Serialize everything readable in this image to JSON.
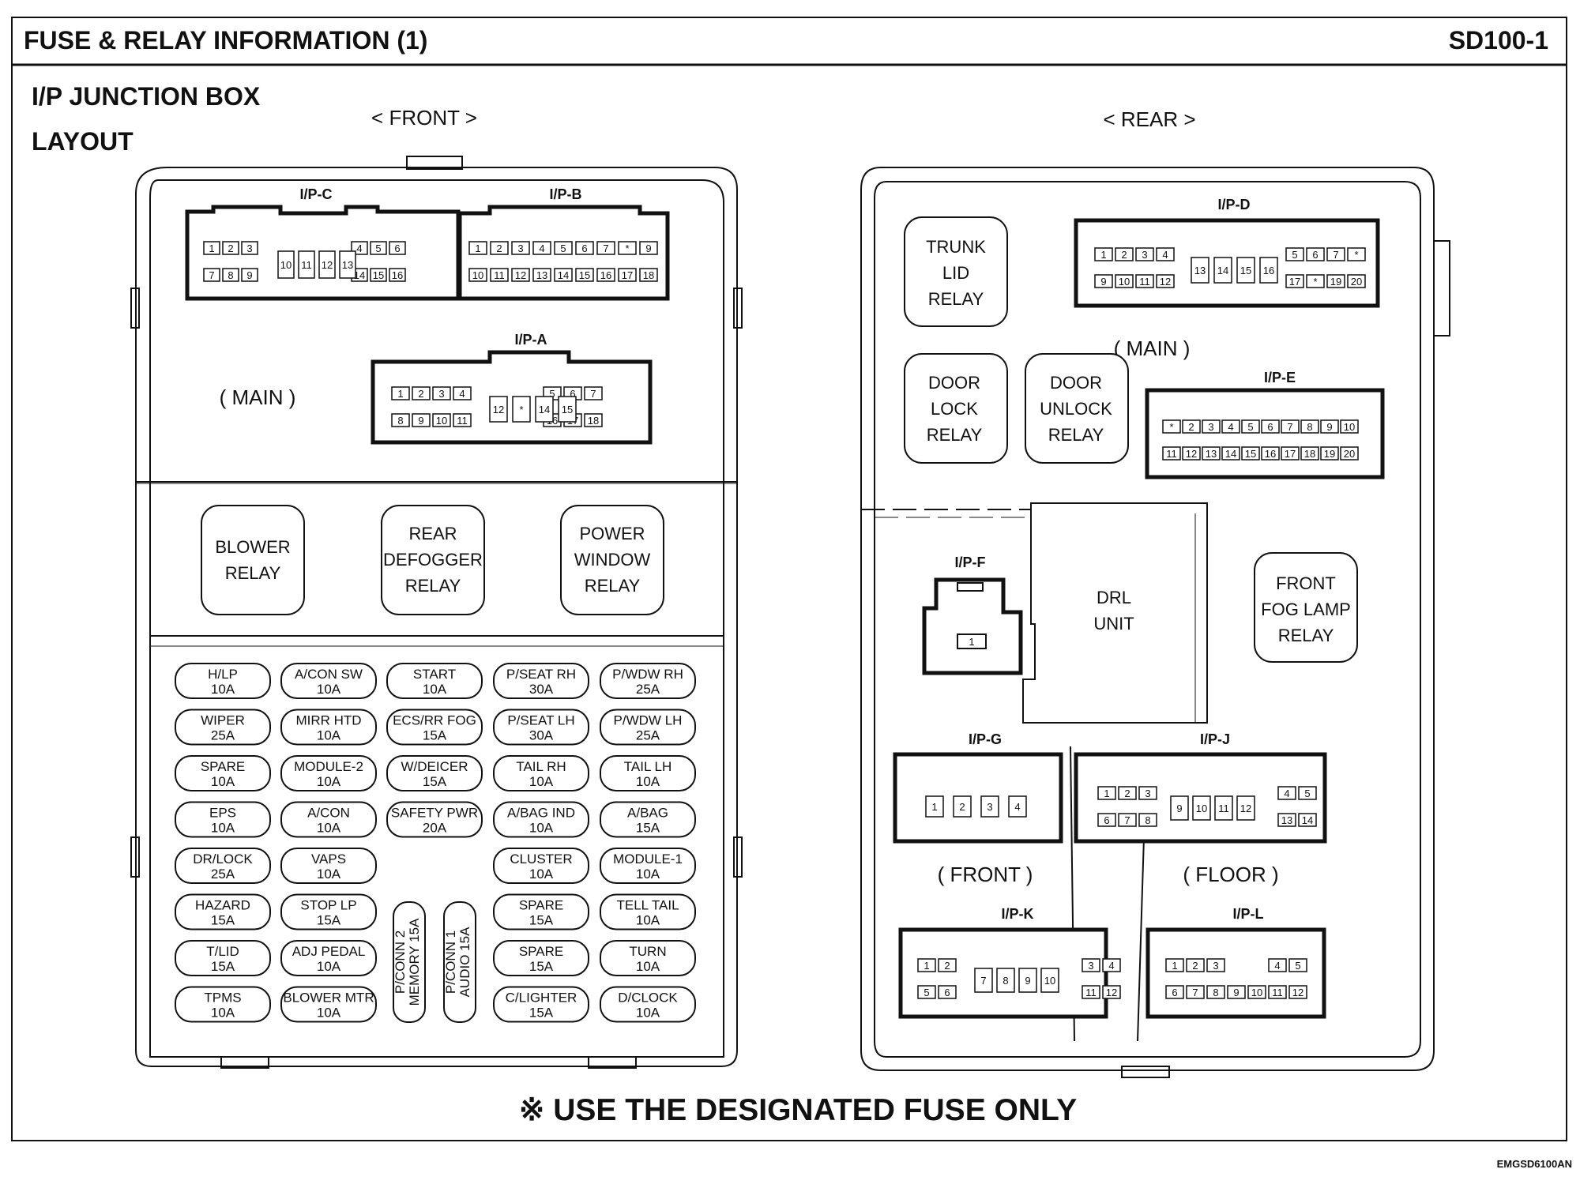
{
  "header": {
    "title": "FUSE & RELAY INFORMATION (1)",
    "page_code": "SD100-1"
  },
  "section": {
    "title_line1": "I/P JUNCTION BOX",
    "title_line2": "LAYOUT"
  },
  "views": {
    "front": "< FRONT >",
    "rear": "< REAR >"
  },
  "front_box": {
    "main_label": "( MAIN )",
    "connectors": {
      "ipc": {
        "label": "I/P-C",
        "row1": [
          "1",
          "2",
          "3",
          "4",
          "5",
          "6"
        ],
        "row2": [
          "7",
          "8",
          "9",
          "14",
          "15",
          "16"
        ],
        "tall": [
          "10",
          "11",
          "12",
          "13"
        ]
      },
      "ipb": {
        "label": "I/P-B",
        "row1": [
          "1",
          "2",
          "3",
          "4",
          "5",
          "6",
          "7",
          "*",
          "9"
        ],
        "row2": [
          "10",
          "11",
          "12",
          "13",
          "14",
          "15",
          "16",
          "17",
          "18"
        ]
      },
      "ipa": {
        "label": "I/P-A",
        "row1": [
          "1",
          "2",
          "3",
          "4",
          "5",
          "6",
          "7"
        ],
        "row2": [
          "8",
          "9",
          "10",
          "11",
          "16",
          "17",
          "18"
        ],
        "tall": [
          "12",
          "*",
          "14",
          "15"
        ]
      }
    },
    "relays": [
      {
        "line1": "BLOWER",
        "line2": "RELAY",
        "line3": ""
      },
      {
        "line1": "REAR",
        "line2": "DEFOGGER",
        "line3": "RELAY"
      },
      {
        "line1": "POWER",
        "line2": "WINDOW",
        "line3": "RELAY"
      }
    ],
    "fuses": [
      [
        {
          "n": "H/LP",
          "a": "10A"
        },
        {
          "n": "A/CON SW",
          "a": "10A"
        },
        {
          "n": "START",
          "a": "10A"
        },
        {
          "n": "P/SEAT RH",
          "a": "30A"
        },
        {
          "n": "P/WDW RH",
          "a": "25A"
        }
      ],
      [
        {
          "n": "WIPER",
          "a": "25A"
        },
        {
          "n": "MIRR HTD",
          "a": "10A"
        },
        {
          "n": "ECS/RR FOG",
          "a": "15A"
        },
        {
          "n": "P/SEAT LH",
          "a": "30A"
        },
        {
          "n": "P/WDW LH",
          "a": "25A"
        }
      ],
      [
        {
          "n": "SPARE",
          "a": "10A"
        },
        {
          "n": "MODULE-2",
          "a": "10A"
        },
        {
          "n": "W/DEICER",
          "a": "15A"
        },
        {
          "n": "TAIL RH",
          "a": "10A"
        },
        {
          "n": "TAIL LH",
          "a": "10A"
        }
      ],
      [
        {
          "n": "EPS",
          "a": "10A"
        },
        {
          "n": "A/CON",
          "a": "10A"
        },
        {
          "n": "SAFETY PWR",
          "a": "20A"
        },
        {
          "n": "A/BAG IND",
          "a": "10A"
        },
        {
          "n": "A/BAG",
          "a": "15A"
        }
      ],
      [
        {
          "n": "DR/LOCK",
          "a": "25A"
        },
        {
          "n": "VAPS",
          "a": "10A"
        },
        null,
        {
          "n": "CLUSTER",
          "a": "10A"
        },
        {
          "n": "MODULE-1",
          "a": "10A"
        }
      ],
      [
        {
          "n": "HAZARD",
          "a": "15A"
        },
        {
          "n": "STOP LP",
          "a": "15A"
        },
        null,
        {
          "n": "SPARE",
          "a": "15A"
        },
        {
          "n": "TELL TAIL",
          "a": "10A"
        }
      ],
      [
        {
          "n": "T/LID",
          "a": "15A"
        },
        {
          "n": "ADJ PEDAL",
          "a": "10A"
        },
        null,
        {
          "n": "SPARE",
          "a": "15A"
        },
        {
          "n": "TURN",
          "a": "10A"
        }
      ],
      [
        {
          "n": "TPMS",
          "a": "10A"
        },
        {
          "n": "BLOWER MTR",
          "a": "10A"
        },
        null,
        {
          "n": "C/LIGHTER",
          "a": "15A"
        },
        {
          "n": "D/CLOCK",
          "a": "10A"
        }
      ]
    ],
    "vertical_fuses": [
      {
        "line1": "P/CONN 2",
        "line2": "MEMORY 15A"
      },
      {
        "line1": "P/CONN 1",
        "line2": "AUDIO 15A"
      }
    ]
  },
  "rear_box": {
    "main_label": "( MAIN )",
    "front_label": "( FRONT )",
    "floor_label": "( FLOOR )",
    "relays": {
      "trunk": {
        "line1": "TRUNK",
        "line2": "LID",
        "line3": "RELAY"
      },
      "door_lock": {
        "line1": "DOOR",
        "line2": "LOCK",
        "line3": "RELAY"
      },
      "door_unlock": {
        "line1": "DOOR",
        "line2": "UNLOCK",
        "line3": "RELAY"
      },
      "front_fog": {
        "line1": "FRONT",
        "line2": "FOG LAMP",
        "line3": "RELAY"
      }
    },
    "drl": {
      "line1": "DRL",
      "line2": "UNIT"
    },
    "connectors": {
      "ipd": {
        "label": "I/P-D",
        "row1": [
          "1",
          "2",
          "3",
          "4",
          "5",
          "6",
          "7",
          "*"
        ],
        "row2": [
          "9",
          "10",
          "11",
          "12",
          "17",
          "*",
          "19",
          "20"
        ],
        "tall": [
          "13",
          "14",
          "15",
          "16"
        ]
      },
      "ipe": {
        "label": "I/P-E",
        "row1": [
          "*",
          "2",
          "3",
          "4",
          "5",
          "6",
          "7",
          "8",
          "9",
          "10"
        ],
        "row2": [
          "11",
          "12",
          "13",
          "14",
          "15",
          "16",
          "17",
          "18",
          "19",
          "20"
        ]
      },
      "ipf": {
        "label": "I/P-F",
        "pins": [
          "1"
        ]
      },
      "ipg": {
        "label": "I/P-G",
        "pins": [
          "1",
          "2",
          "3",
          "4"
        ]
      },
      "ipj": {
        "label": "I/P-J",
        "row1": [
          "1",
          "2",
          "3",
          "4",
          "5"
        ],
        "row2": [
          "6",
          "7",
          "8",
          "13",
          "14"
        ],
        "tall": [
          "9",
          "10",
          "11",
          "12"
        ]
      },
      "ipk": {
        "label": "I/P-K",
        "row1": [
          "1",
          "2",
          "3",
          "4"
        ],
        "row2": [
          "5",
          "6",
          "11",
          "12"
        ],
        "tall": [
          "7",
          "8",
          "9",
          "10"
        ]
      },
      "ipl": {
        "label": "I/P-L",
        "row1": [
          "1",
          "2",
          "3",
          "4",
          "5"
        ],
        "row2": [
          "6",
          "7",
          "8",
          "9",
          "10",
          "11",
          "12"
        ]
      }
    }
  },
  "footer": {
    "note": "※ USE THE DESIGNATED FUSE ONLY",
    "figure_code": "EMGSD6100AN"
  }
}
